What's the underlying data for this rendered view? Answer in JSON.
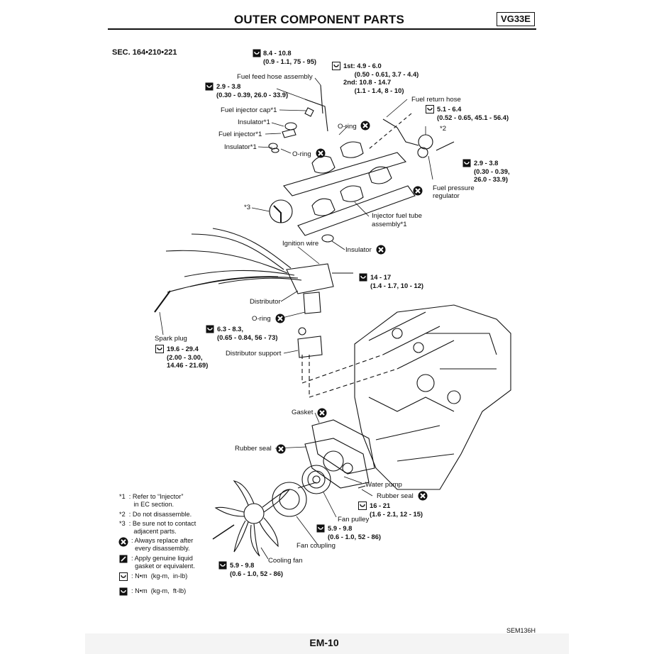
{
  "header": {
    "title": "OUTER COMPONENT PARTS",
    "model": "VG33E",
    "section": "SEC. 164•210•221"
  },
  "labels": {
    "fuel_feed_hose": "Fuel feed hose assembly",
    "fuel_injector_cap": "Fuel injector cap*1",
    "insulator1": "Insulator*1",
    "fuel_injector": "Fuel injector*1",
    "insulator2": "Insulator*1",
    "oring1": "O-ring",
    "oring2": "O-ring",
    "fuel_return_hose": "Fuel return hose",
    "star2": "*2",
    "fuel_pressure_regulator_1": "Fuel pressure",
    "fuel_pressure_regulator_2": "regulator",
    "star3": "*3",
    "injector_tube_1": "Injector fuel tube",
    "injector_tube_2": "assembly*1",
    "ignition_wire": "Ignition wire",
    "insulator3": "Insulator",
    "distributor": "Distributor",
    "oring3": "O-ring",
    "spark_plug": "Spark plug",
    "distributor_support": "Distributor support",
    "gasket": "Gasket",
    "rubber_seal1": "Rubber seal",
    "water_pump": "Water pump",
    "rubber_seal2": "Rubber seal",
    "fan_pulley": "Fan pulley",
    "fan_coupling": "Fan coupling",
    "cooling_fan": "Cooling fan"
  },
  "torques": {
    "t1": "8.4 - 10.8\n(0.9 - 1.1, 75 - 95)",
    "t2": "2.9 - 3.8\n(0.30 - 0.39, 26.0 - 33.9)",
    "t3": "1st: 4.9 - 6.0\n      (0.50 - 0.61, 3.7 - 4.4)\n2nd: 10.8 - 14.7\n      (1.1 - 1.4, 8 - 10)",
    "t4": "5.1 - 6.4\n(0.52 - 0.65, 45.1 - 56.4)",
    "t5": "2.9 - 3.8\n(0.30 - 0.39,\n26.0 - 33.9)",
    "t6": "14 - 17\n(1.4 - 1.7, 10 - 12)",
    "t7": "6.3 - 8.3,\n(0.65 - 0.84, 56 - 73)",
    "t8": "19.6 - 29.4\n(2.00 - 3.00,\n14.46 - 21.69)",
    "t9": "16 - 21\n(1.6 - 2.1, 12 - 15)",
    "t10": "5.9 - 9.8\n(0.6 - 1.0, 52 - 86)",
    "t11": "5.9 - 9.8\n(0.6 - 1.0, 52 - 86)"
  },
  "legend": {
    "n1": "*1  : Refer to “Injector”\n        in EC section.",
    "n2": "*2  : Do not disassemble.",
    "n3": "*3  : Be sure not to contact\n        adjacent parts.",
    "replace": ": Always replace after\n  every disassembly.",
    "gasket": ": Apply genuine liquid\n  gasket or equivalent.",
    "nm_in": ": N•m  (kg-m,  in-lb)",
    "nm_ft": ": N•m  (kg-m,  ft-lb)"
  },
  "footer": {
    "code": "SEM136H",
    "page": "EM-10"
  }
}
